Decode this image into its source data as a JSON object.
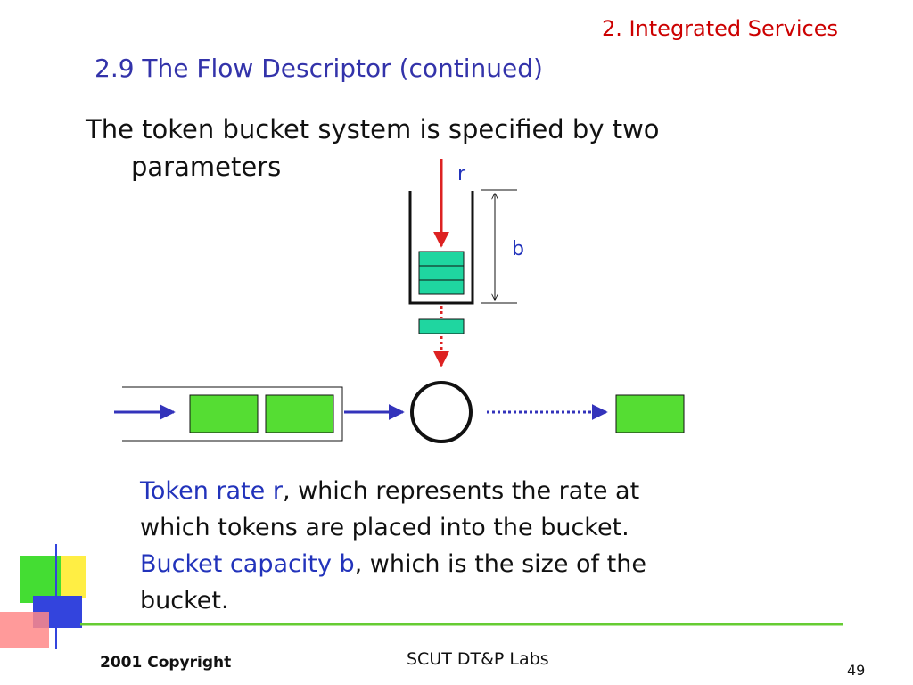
{
  "header": {
    "section": "2. Integrated Services",
    "title": "2.9 The Flow Descriptor (continued)"
  },
  "bullet": {
    "line1": "The token bucket system is specified by two",
    "line2": "parameters"
  },
  "diagram": {
    "rate_label": "r",
    "capacity_label": "b"
  },
  "description": {
    "rate_term": "Token rate r",
    "rate_text": ", which represents the rate at",
    "rate_text2": "which tokens are placed into the bucket.",
    "capacity_term": "Bucket capacity b",
    "capacity_text": ", which is the size of the",
    "capacity_text2": "bucket."
  },
  "footer": {
    "copyright": "2001 Copyright",
    "lab": "SCUT DT&P Labs",
    "page": "49"
  },
  "colors": {
    "header_red": "#cc0000",
    "title_blue": "#3333aa",
    "token_teal": "#1fd6a0",
    "packet_green": "#55dd33",
    "arrow_blue": "#3333bb",
    "deco_yellow": "#ffee44",
    "deco_blue": "#3344dd",
    "deco_green": "#44dd33",
    "deco_pink": "#ff5566"
  }
}
